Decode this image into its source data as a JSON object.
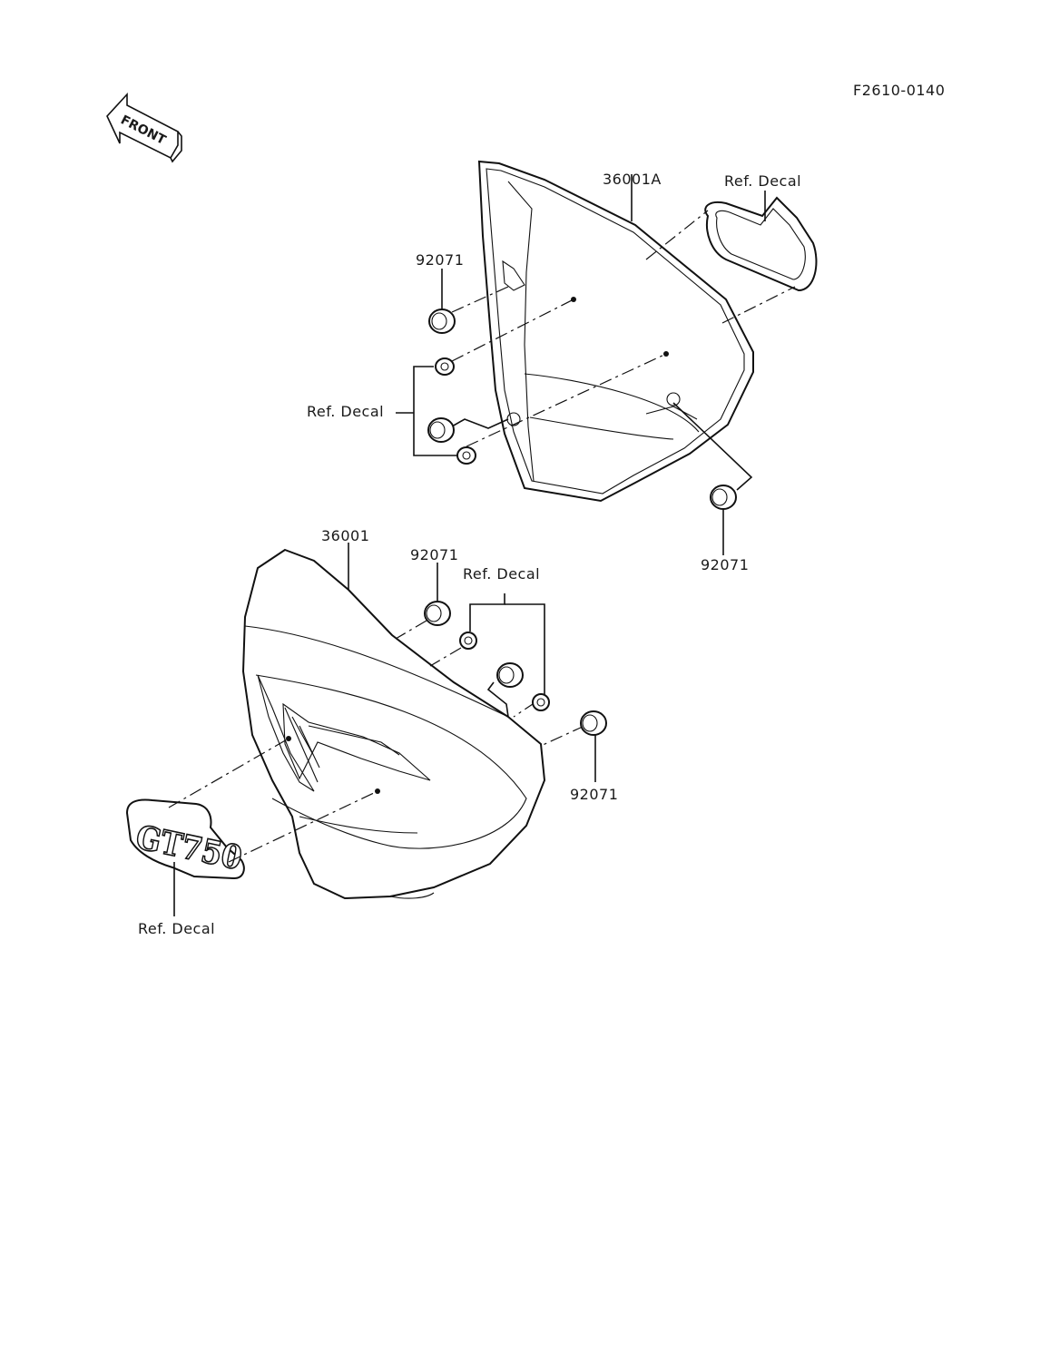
{
  "diagram_code": "F2610-0140",
  "front_label": "FRONT",
  "upper_cover": {
    "part_number": "36001A",
    "decal_top": "Ref. Decal",
    "grommet_top": "92071",
    "decal_left": "Ref. Decal",
    "grommet_right": "92071"
  },
  "lower_cover": {
    "part_number": "36001",
    "grommet_top": "92071",
    "decal_top": "Ref. Decal",
    "grommet_right": "92071",
    "emblem_text": "GT750",
    "decal_bottom": "Ref. Decal"
  }
}
